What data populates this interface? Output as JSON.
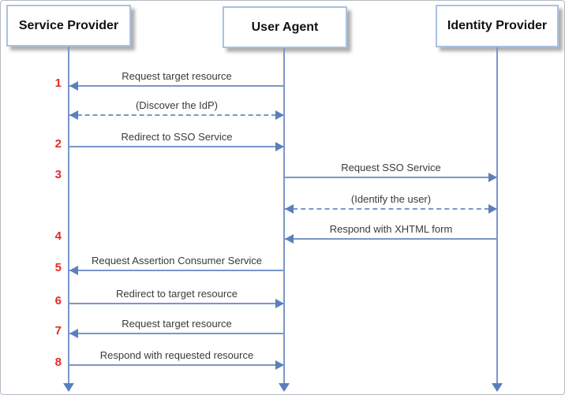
{
  "diagram": {
    "type": "sequence-diagram",
    "actors": [
      {
        "name": "Service Provider"
      },
      {
        "name": "User Agent"
      },
      {
        "name": "Identity Provider"
      }
    ],
    "messages": [
      {
        "number": "1",
        "label": "Request target resource",
        "from": "User Agent",
        "to": "Service Provider",
        "style": "solid"
      },
      {
        "number": "",
        "label": "(Discover the IdP)",
        "from": "Service Provider",
        "to": "User Agent",
        "style": "dashed-bidirectional"
      },
      {
        "number": "2",
        "label": "Redirect to SSO Service",
        "from": "Service Provider",
        "to": "User Agent",
        "style": "solid"
      },
      {
        "number": "3",
        "label": "Request SSO Service",
        "from": "User Agent",
        "to": "Identity Provider",
        "style": "solid"
      },
      {
        "number": "",
        "label": "(Identify the user)",
        "from": "User Agent",
        "to": "Identity Provider",
        "style": "dashed-bidirectional"
      },
      {
        "number": "4",
        "label": "Respond with XHTML form",
        "from": "Identity Provider",
        "to": "User Agent",
        "style": "solid"
      },
      {
        "number": "5",
        "label": "Request Assertion Consumer Service",
        "from": "User Agent",
        "to": "Service Provider",
        "style": "solid"
      },
      {
        "number": "6",
        "label": "Redirect to target resource",
        "from": "Service Provider",
        "to": "User Agent",
        "style": "solid"
      },
      {
        "number": "7",
        "label": "Request target resource",
        "from": "User Agent",
        "to": "Service Provider",
        "style": "solid"
      },
      {
        "number": "8",
        "label": "Respond with requested resource",
        "from": "Service Provider",
        "to": "User Agent",
        "style": "solid"
      }
    ],
    "colors": {
      "line": "#7a96c8",
      "arrowhead": "#5b7fbd",
      "step_number": "#e52a24",
      "label_text": "#3a3a3a",
      "box_border": "#a9c2df"
    }
  }
}
